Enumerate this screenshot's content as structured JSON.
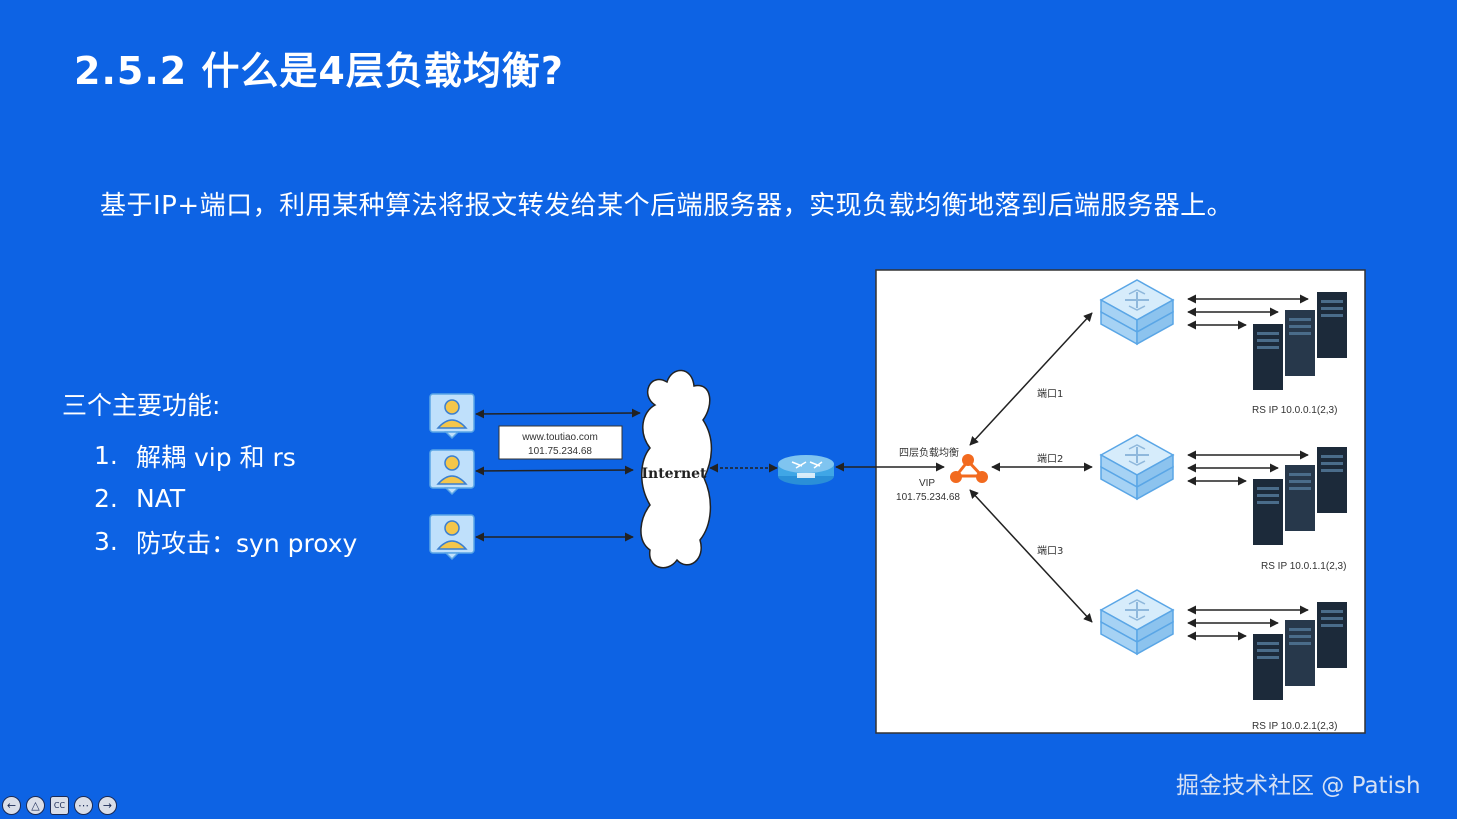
{
  "slide": {
    "title": "2.5.2 什么是4层负载均衡?",
    "description": "基于IP+端口，利用某种算法将报文转发给某个后端服务器，实现负载均衡地落到后端服务器上。"
  },
  "features": {
    "heading": "三个主要功能:",
    "items": [
      {
        "num": "1.",
        "text": "解耦 vip 和 rs"
      },
      {
        "num": "2.",
        "text": "NAT"
      },
      {
        "num": "3.",
        "text": "防攻击：syn proxy"
      }
    ]
  },
  "diagram": {
    "domain_box": {
      "line1": "www.toutiao.com",
      "line2": "101.75.234.68"
    },
    "internet_label": "Internet",
    "lb_label": "四层负载均衡",
    "vip_label": "VIP",
    "vip_ip": "101.75.234.68",
    "ports": [
      "端口1",
      "端口2",
      "端口3"
    ],
    "rs_labels": [
      "RS IP 10.0.0.1(2,3)",
      "RS IP 10.0.1.1(2,3)",
      "RS IP 10.0.2.1(2,3)"
    ]
  },
  "watermark": "掘金技术社区 @ Patish",
  "toolbar": {
    "icons": [
      "back-icon",
      "up-icon",
      "captions-icon",
      "more-icon",
      "forward-icon"
    ],
    "glyphs": [
      "←",
      "△",
      "CC",
      "⋯",
      "→"
    ]
  },
  "colors": {
    "background": "#0d63e4",
    "diagram_bg": "#ffffff",
    "lb_node": "#f26a1f",
    "switch": "#7fc4f0",
    "router": "#3fa6e6"
  }
}
